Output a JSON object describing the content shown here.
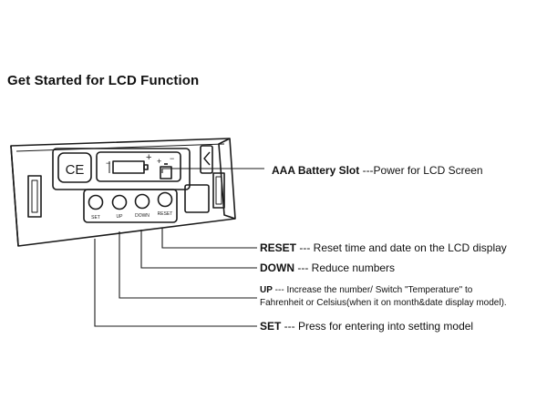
{
  "title": "Get Started for LCD Function",
  "device": {
    "ce_mark": "CE",
    "battery_plus": "+",
    "battery_minus": "−",
    "buttons": [
      "SET",
      "UP",
      "DOWN",
      "RESET"
    ]
  },
  "callouts": {
    "battery": {
      "label": "AAA Battery Slot",
      "desc": " ---Power for LCD Screen"
    },
    "reset": {
      "label": "RESET",
      "desc": " ---  Reset time and date on the LCD display"
    },
    "down": {
      "label": "DOWN",
      "desc": " --- Reduce numbers"
    },
    "up": {
      "label": "UP",
      "desc": " --- Increase the number/ Switch \"Temperature\" to",
      "desc2": "Fahrenheit or Celsius(when it on month&date display model)."
    },
    "set": {
      "label": "SET",
      "desc": " --- Press for entering into setting model"
    }
  }
}
